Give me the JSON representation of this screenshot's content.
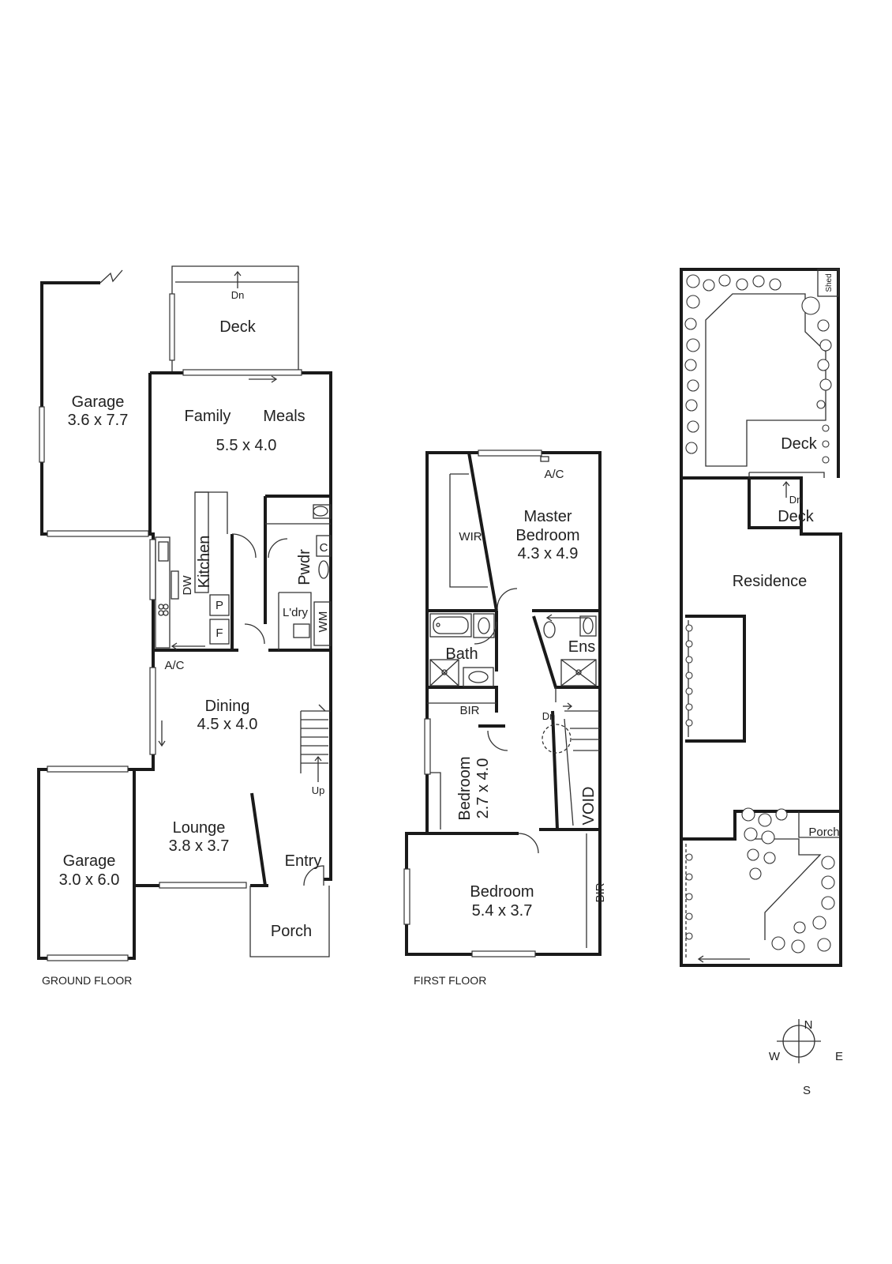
{
  "ground_floor": {
    "caption": "GROUND FLOOR",
    "rooms": {
      "deck": "Deck",
      "deck_dn": "Dn",
      "garage_rear": "Garage",
      "garage_rear_size": "3.6 x 7.7",
      "family": "Family",
      "meals": "Meals",
      "family_size": "5.5 x 4.0",
      "kitchen": "Kitchen",
      "dw": "DW",
      "pantry": "P",
      "fridge": "F",
      "pwdr": "Pwdr",
      "c": "C",
      "ldry": "L'dry",
      "wm": "WM",
      "ac": "A/C",
      "dining": "Dining",
      "dining_size": "4.5 x 4.0",
      "up": "Up",
      "lounge": "Lounge",
      "lounge_size": "3.8 x 3.7",
      "entry": "Entry",
      "porch": "Porch",
      "garage_front": "Garage",
      "garage_front_size": "3.0 x 6.0"
    }
  },
  "first_floor": {
    "caption": "FIRST FLOOR",
    "rooms": {
      "ac": "A/C",
      "wir": "WIR",
      "master": "Master",
      "master2": "Bedroom",
      "master_size": "4.3 x 4.9",
      "bath": "Bath",
      "ens": "Ens",
      "bir": "BIR",
      "dn": "Dn",
      "bedroom2": "Bedroom",
      "bedroom2_size": "2.7 x 4.0",
      "void": "VOID",
      "bedroom3": "Bedroom",
      "bedroom3_size": "5.4 x 3.7",
      "bir2": "BIR"
    }
  },
  "site_plan": {
    "shed": "Shed",
    "deck": "Deck",
    "dn": "Dn",
    "deck2": "Deck",
    "residence": "Residence",
    "porch": "Porch"
  },
  "compass": {
    "n": "N",
    "s": "S",
    "e": "E",
    "w": "W"
  }
}
